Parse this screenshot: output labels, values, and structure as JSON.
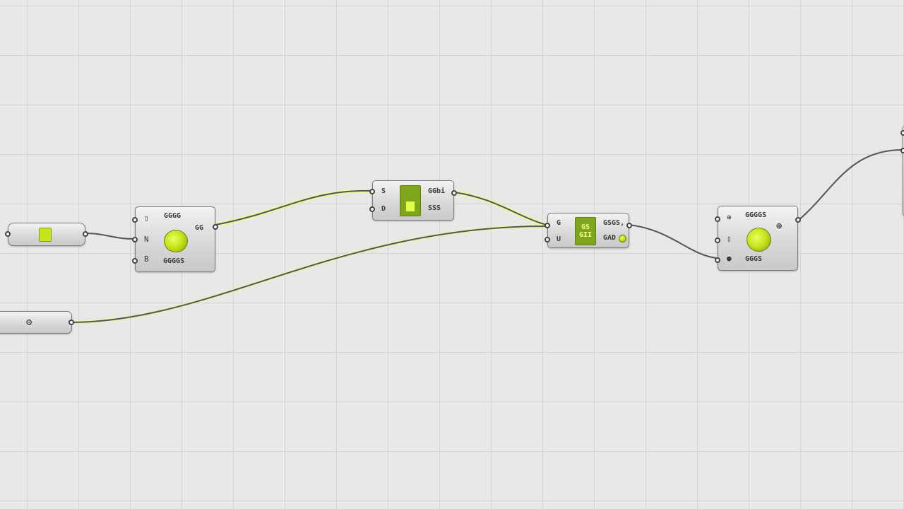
{
  "canvas": {
    "grid_color": "#d3d3d1",
    "background": "#e8e8e6",
    "wire_color": "#555555",
    "highlight_color": "#ecff7a"
  },
  "nodes": {
    "slider_left": {
      "icon": "component-icon"
    },
    "panel_left": {
      "label": "⚙"
    },
    "comp_a": {
      "inputs": [
        "▯",
        "N",
        "B"
      ],
      "top_label": "GGGG",
      "bottom_label": "GGGGS",
      "output": "GG"
    },
    "comp_b": {
      "inputs": [
        "S",
        "D"
      ],
      "outputs": [
        "GGbi",
        "SSS"
      ]
    },
    "comp_c": {
      "inputs": [
        "G",
        "U"
      ],
      "badge_top": "GS",
      "badge_bottom": "GII",
      "outputs": [
        "GSGS,",
        "GAD"
      ]
    },
    "comp_d": {
      "inputs": [
        "⊕",
        "▯",
        "●"
      ],
      "top_label": "GGGGS",
      "bottom_label": "GGGS",
      "output": "⊛"
    }
  }
}
